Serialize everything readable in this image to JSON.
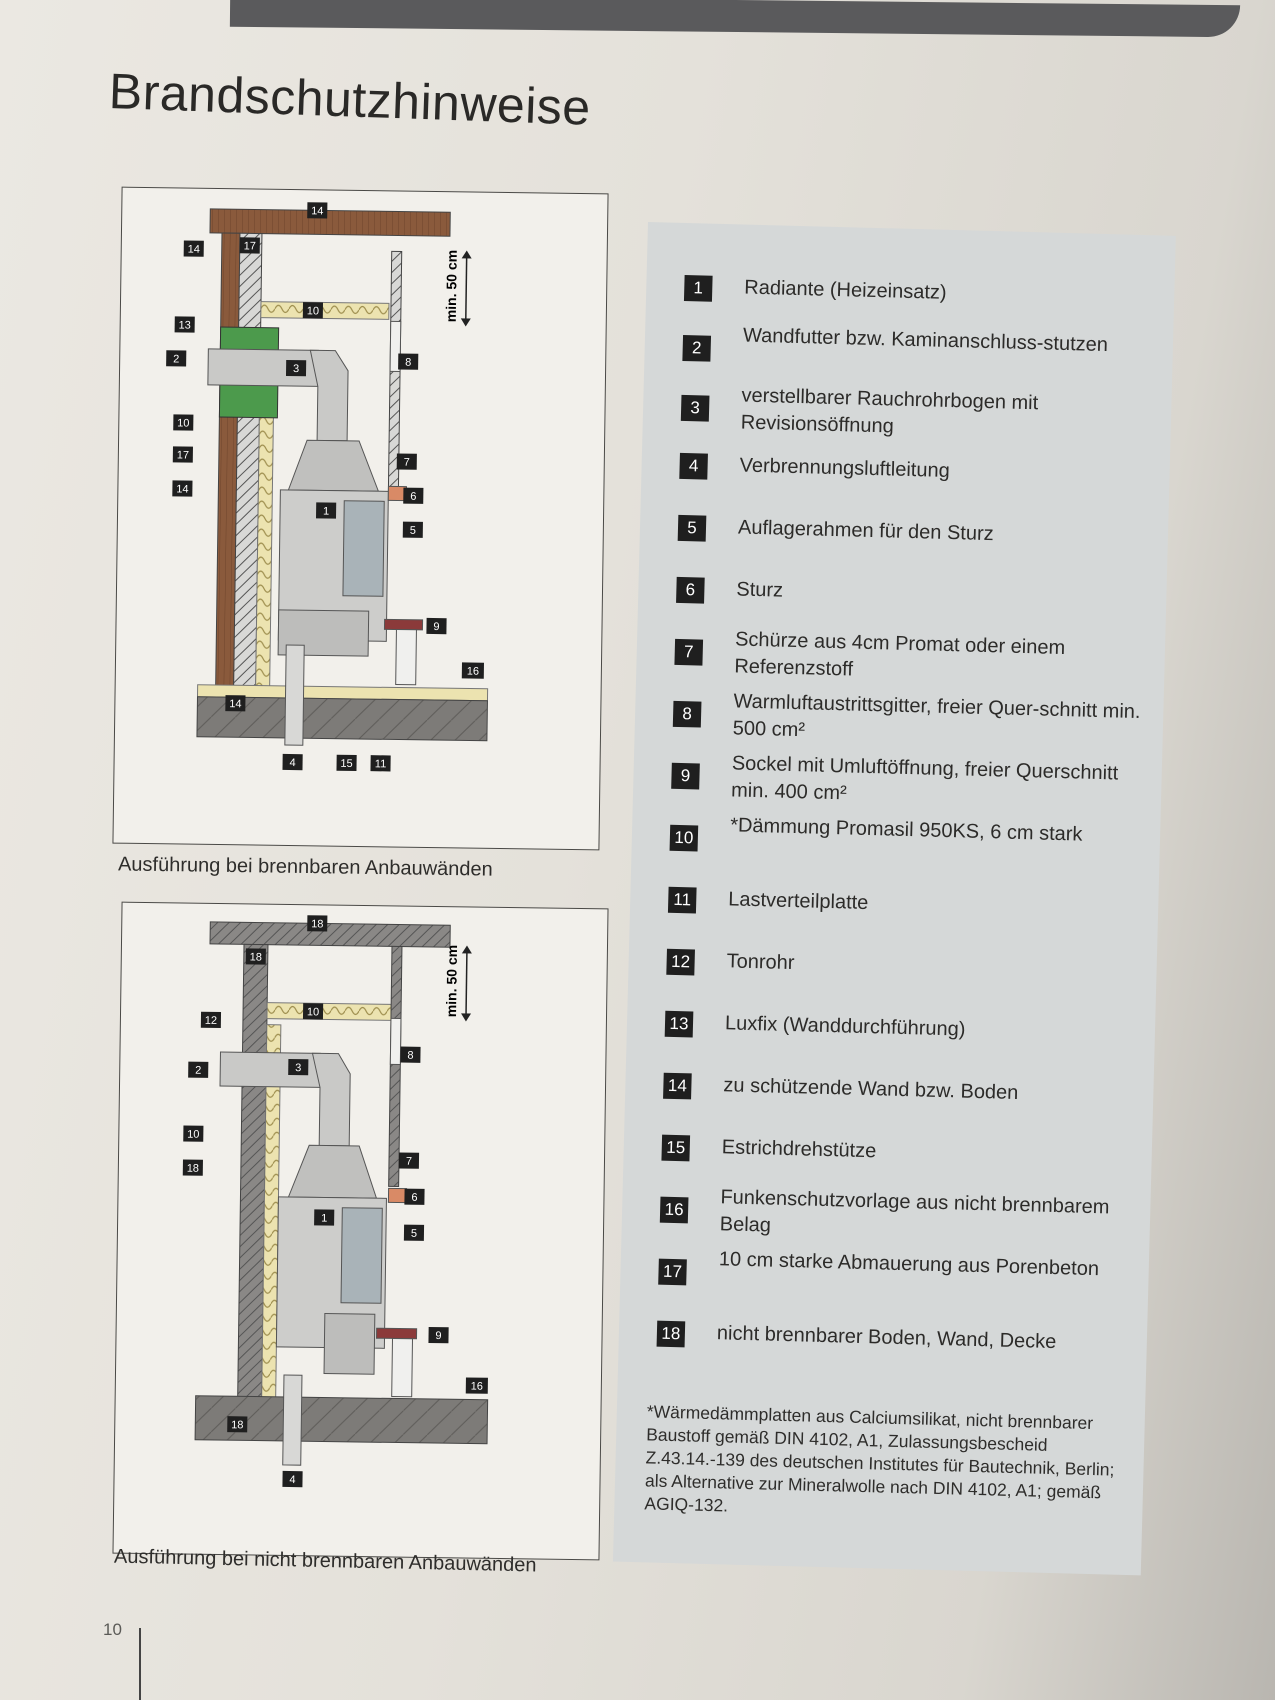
{
  "title": "Brandschutzhinweise",
  "figure1": {
    "caption": "Ausführung bei brennbaren Anbauwänden",
    "dimension": "min. 50 cm",
    "tags": [
      "14",
      "14",
      "17",
      "10",
      "13",
      "2",
      "3",
      "8",
      "10",
      "17",
      "14",
      "7",
      "6",
      "1",
      "5",
      "9",
      "16",
      "14",
      "4",
      "15",
      "11"
    ]
  },
  "figure2": {
    "caption": "Ausführung bei nicht brennbaren Anbauwänden",
    "dimension": "min. 50 cm",
    "tags": [
      "18",
      "18",
      "10",
      "12",
      "2",
      "3",
      "8",
      "10",
      "18",
      "7",
      "6",
      "1",
      "5",
      "9",
      "16",
      "18",
      "4"
    ]
  },
  "legend": [
    {
      "num": "1",
      "text": "Radiante (Heizeinsatz)"
    },
    {
      "num": "2",
      "text": "Wandfutter bzw. Kaminanschluss-stutzen"
    },
    {
      "num": "3",
      "text": "verstellbarer Rauchrohrbogen mit Revisionsöffnung"
    },
    {
      "num": "4",
      "text": "Verbrennungsluftleitung"
    },
    {
      "num": "5",
      "text": "Auflagerahmen für den Sturz"
    },
    {
      "num": "6",
      "text": "Sturz"
    },
    {
      "num": "7",
      "text": "Schürze aus 4cm Promat oder einem Referenzstoff"
    },
    {
      "num": "8",
      "text": "Warmluftaustrittsgitter, freier Quer-schnitt min. 500 cm²"
    },
    {
      "num": "9",
      "text": "Sockel mit Umluftöffnung, freier Querschnitt min. 400 cm²"
    },
    {
      "num": "10",
      "text": "*Dämmung Promasil 950KS, 6 cm stark"
    },
    {
      "num": "11",
      "text": "Lastverteilplatte"
    },
    {
      "num": "12",
      "text": "Tonrohr"
    },
    {
      "num": "13",
      "text": "Luxfix (Wanddurchführung)"
    },
    {
      "num": "14",
      "text": "zu schützende Wand bzw. Boden"
    },
    {
      "num": "15",
      "text": "Estrichdrehstütze"
    },
    {
      "num": "16",
      "text": "Funkenschutzvorlage aus nicht brennbarem Belag"
    },
    {
      "num": "17",
      "text": "10 cm starke Abmauerung aus Porenbeton"
    },
    {
      "num": "18",
      "text": "nicht brennbarer Boden, Wand, Decke"
    }
  ],
  "footnote": "*Wärmedämmplatten aus Calciumsilikat, nicht brennbarer Baustoff gemäß DIN 4102, A1, Zulassungsbescheid Z.43.14.-139 des deutschen Institutes für Bautechnik, Berlin; als Alternative zur Mineralwolle nach DIN 4102, A1; gemäß AGIQ-132.",
  "page_number": "10",
  "colors": {
    "wood": "#8a5a3c",
    "insulation": "#e9dfa8",
    "luxfix": "#4c9a4c",
    "sturz": "#d98a66",
    "stove": "#c9c9c7",
    "concrete": "#7d7b78",
    "sockel_top": "#8b3a3a"
  }
}
